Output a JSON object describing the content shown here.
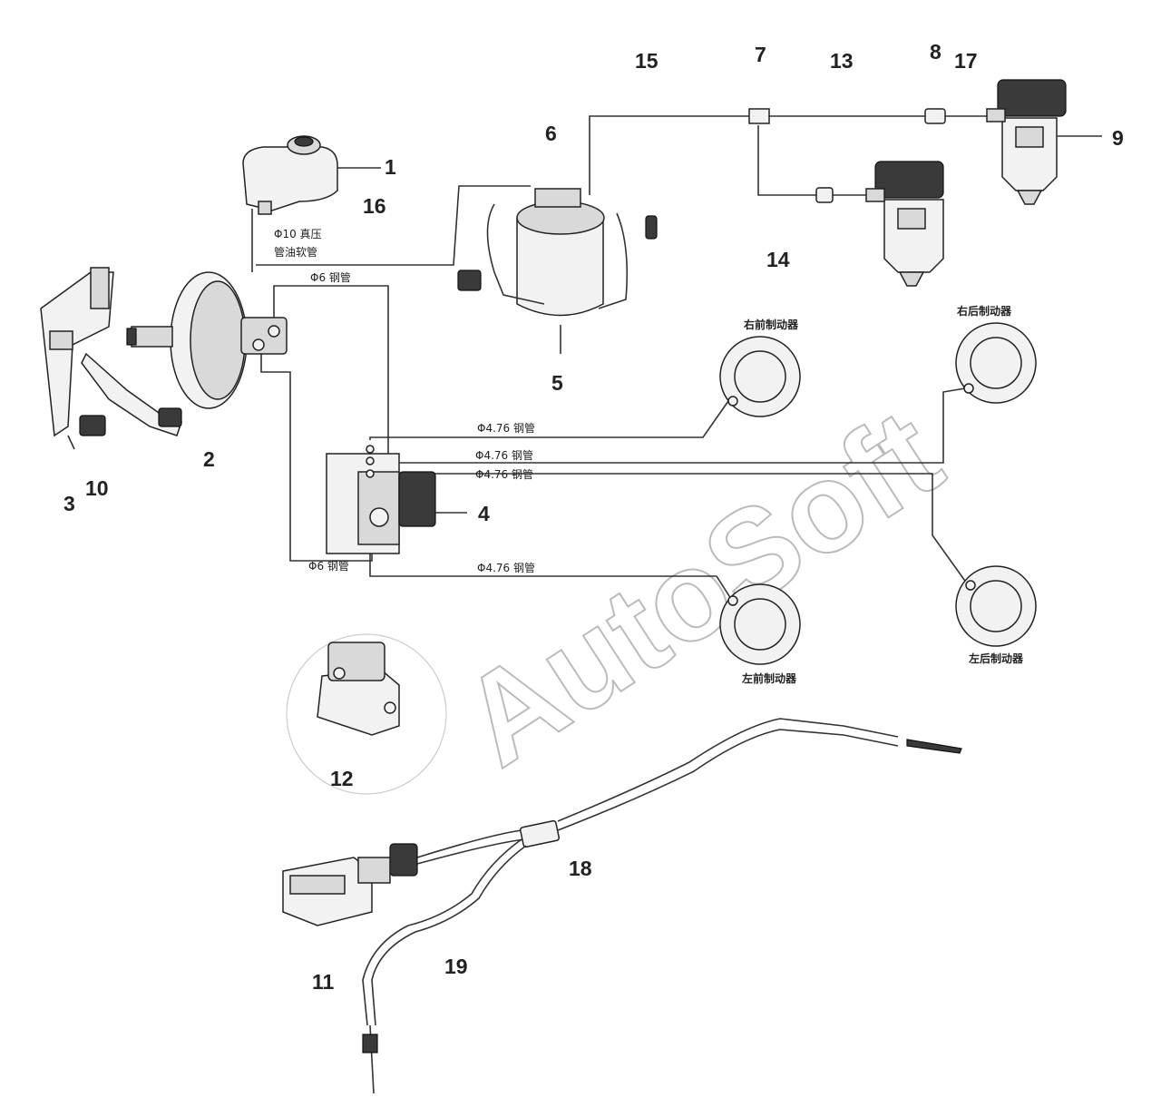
{
  "watermark": "AutoSoft",
  "callouts": {
    "c1": "1",
    "c2": "2",
    "c3": "3",
    "c4": "4",
    "c5": "5",
    "c6": "6",
    "c7": "7",
    "c8": "8",
    "c9": "9",
    "c10": "10",
    "c11": "11",
    "c12": "12",
    "c13": "13",
    "c14": "14",
    "c15": "15",
    "c16": "16",
    "c17": "17",
    "c18": "18",
    "c19": "19"
  },
  "pipe_labels": {
    "phi10_line1": "Φ10 真压",
    "phi10_line2": "管油软管",
    "phi6_top": "Φ6 钢管",
    "phi6_bottom": "Φ6 钢管",
    "phi476_a": "Φ4.76 钢管",
    "phi476_b": "Φ4.76 钢管",
    "phi476_c": "Φ4.76 钢管",
    "phi476_d": "Φ4.76 钢管"
  },
  "brake_labels": {
    "right_front": "右前制动器",
    "right_rear": "右后制动器",
    "left_front": "左前制动器",
    "left_rear": "左后制动器"
  },
  "colors": {
    "line": "#333333",
    "part": "#d9d9d9",
    "dark": "#3a3a3a",
    "watermark": "#bbbbbb"
  }
}
